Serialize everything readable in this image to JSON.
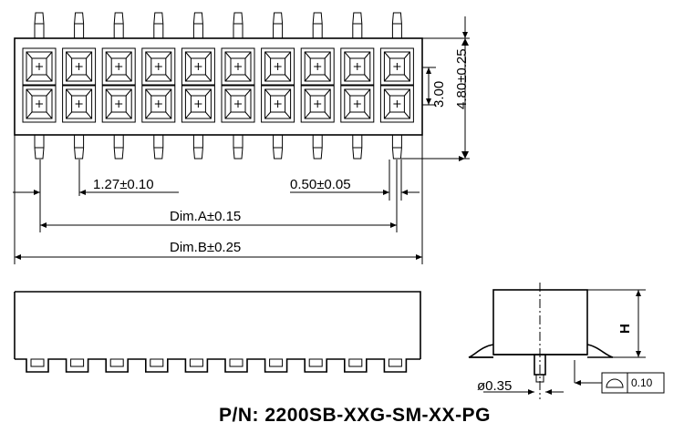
{
  "labels": {
    "pitch": "1.27±0.10",
    "pin_width": "0.50±0.05",
    "dim_a": "Dim.A±0.15",
    "dim_b": "Dim.B±0.25",
    "row_pitch": "3.00",
    "body_width": "4.80±0.25",
    "height": "H",
    "pin_diameter": "ø0.35",
    "coplanarity": "0.10",
    "part_number": "P/N: 2200SB-XXG-SM-XX-PG"
  }
}
